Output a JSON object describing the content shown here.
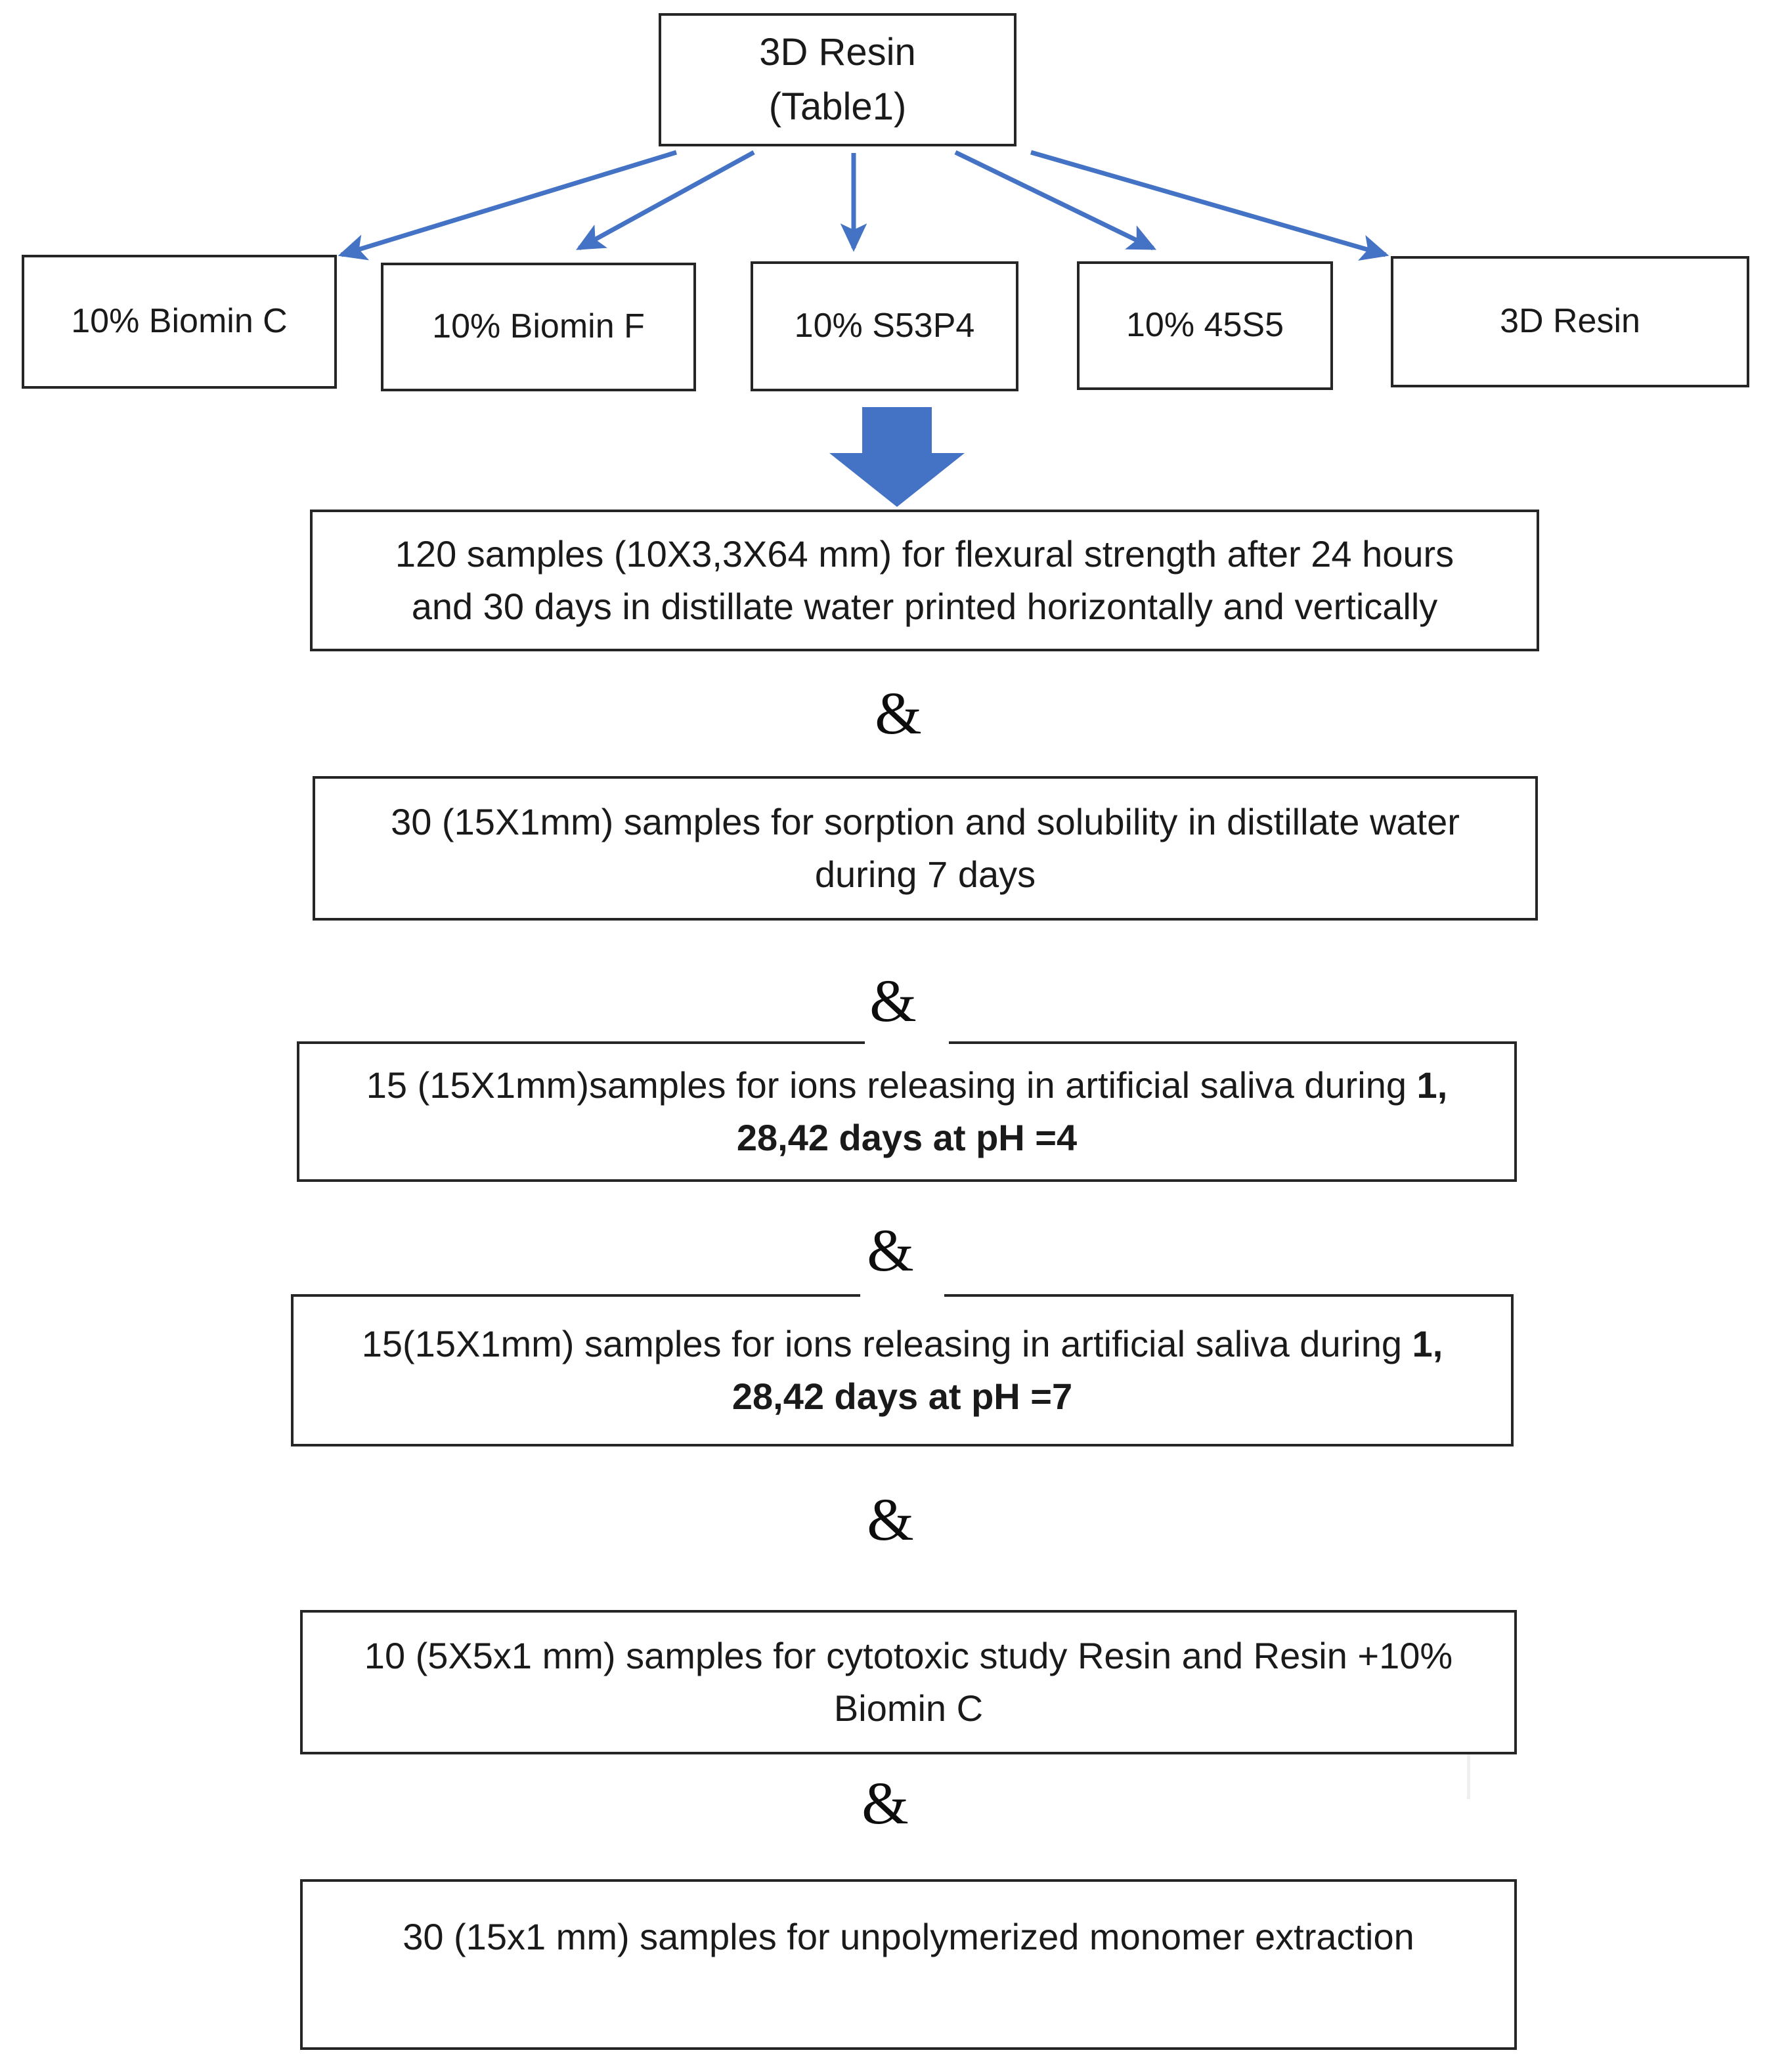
{
  "diagram": {
    "title": "Study design flowchart",
    "accent_color": "#4472C4",
    "box_border_color": "#262626",
    "background_color": "#FFFFFF",
    "root": {
      "line1": "3D Resin",
      "line2": "(Table1)"
    },
    "groups": [
      {
        "label": "10% Biomin C"
      },
      {
        "label": "10% Biomin F"
      },
      {
        "label": "10% S53P4"
      },
      {
        "label": "10% 45S5"
      },
      {
        "label": "3D Resin"
      }
    ],
    "connector_icon": "down-arrow-icon",
    "separator_symbol": "&",
    "tests": [
      {
        "id": "flexural-strength",
        "line1": "120 samples (10X3,3X64 mm) for flexural strength after 24 hours",
        "line2": "and 30 days in distillate water printed horizontally and vertically",
        "bold_tail": ""
      },
      {
        "id": "sorption-solubility",
        "line1": "30 (15X1mm) samples for sorption and solubility in distillate water",
        "line2": "during 7 days",
        "bold_tail": ""
      },
      {
        "id": "ion-release-ph4",
        "line1": "15 (15X1mm)samples for ions releasing in artificial saliva during ",
        "line1_bold": "1,",
        "line2_bold": "28,42 days at pH =4"
      },
      {
        "id": "ion-release-ph7",
        "line1": "15(15X1mm) samples for ions releasing in artificial saliva during ",
        "line1_bold": "1,",
        "line2_bold": "28,42 days at pH =7"
      },
      {
        "id": "cytotoxic-study",
        "line1": "10  (5X5x1 mm) samples for cytotoxic study Resin and  Resin +10%",
        "line2": "Biomin C",
        "bold_tail": ""
      },
      {
        "id": "monomer-extraction",
        "line1": "30  (15x1 mm) samples for unpolymerized monomer extraction",
        "line2": "",
        "bold_tail": ""
      }
    ]
  }
}
